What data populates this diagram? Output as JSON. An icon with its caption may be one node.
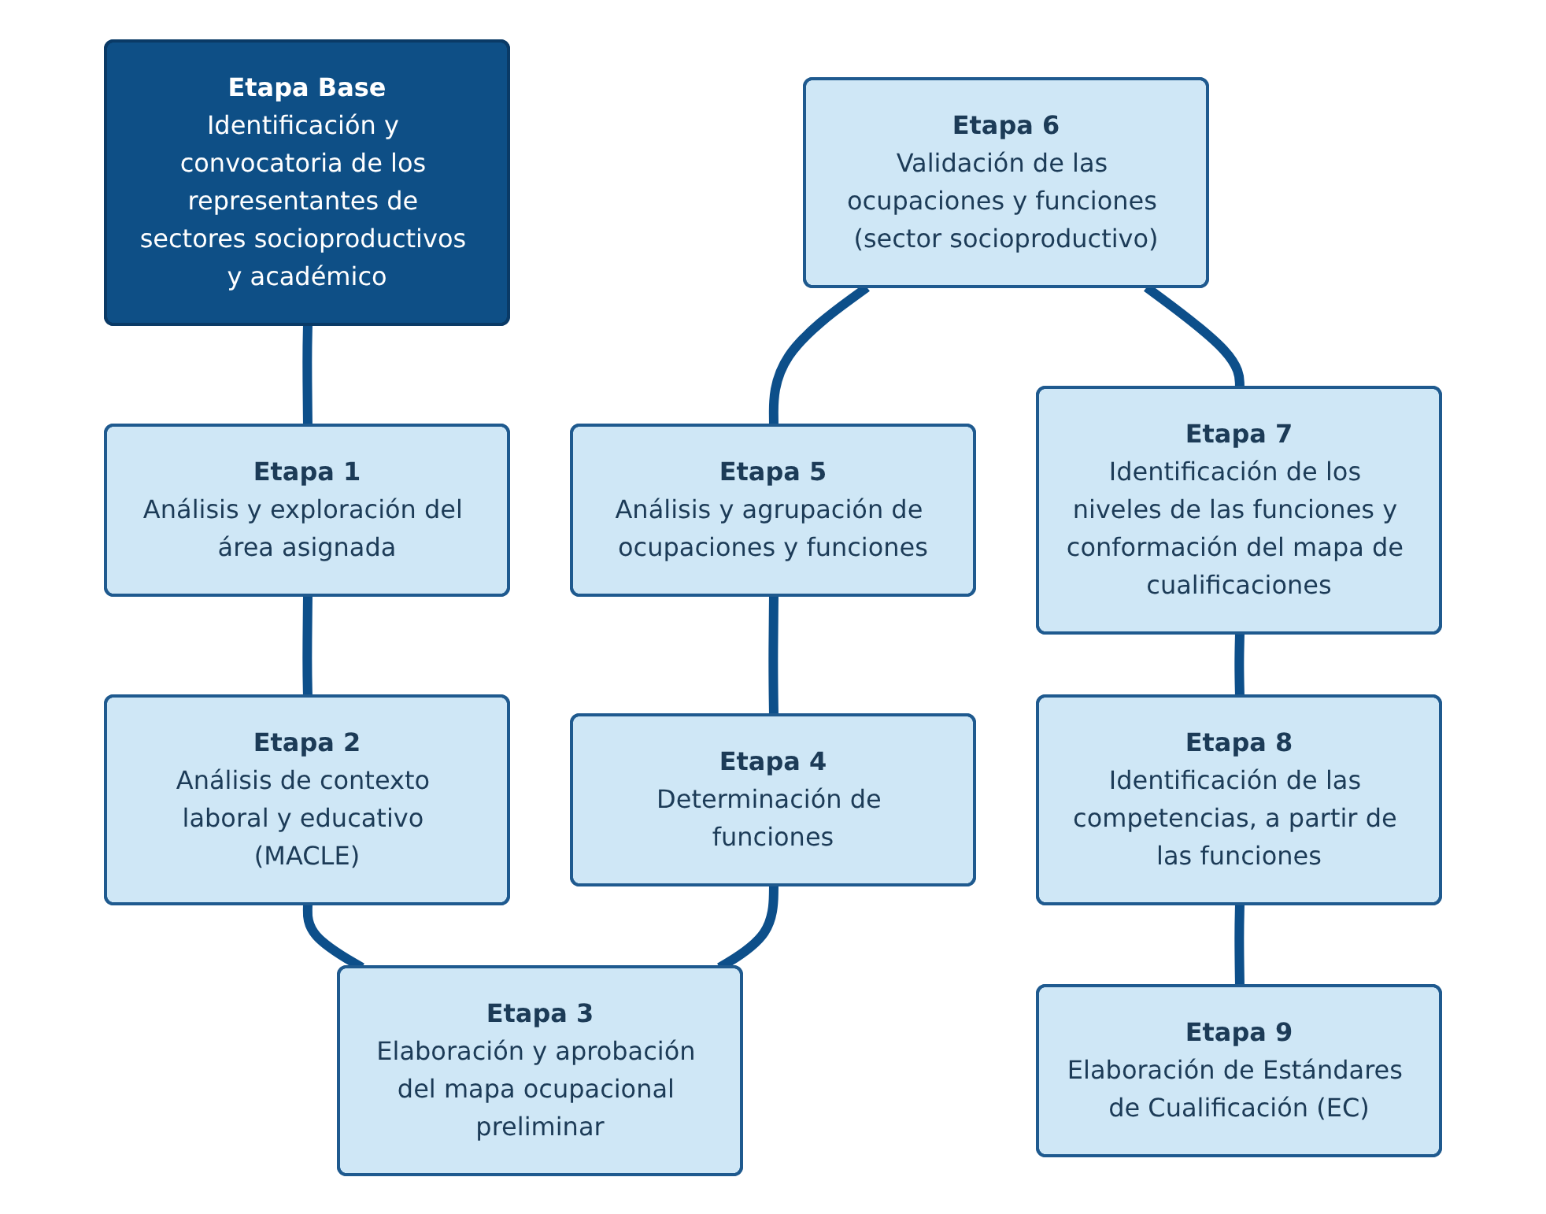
{
  "diagram": {
    "nodes": [
      {
        "text": [
          "Etapa Base",
          "Identificación y convocatoria de los representantes de sectores socioproductivos y académico"
        ]
      },
      {
        "text": [
          "Etapa 1",
          "Análisis y exploración del área asignada"
        ]
      },
      {
        "text": [
          "Etapa 6",
          "Validación de las ocupaciones y funciones (sector socioproductivo)"
        ]
      },
      {
        "text": [
          "Etapa 7",
          "Identificación de los niveles de las funciones y conformación del mapa de cualificaciones"
        ]
      },
      {
        "text": [
          "Etapa 2",
          "Análisis de contexto laboral y educativo (MACLE)"
        ]
      },
      {
        "text": [
          "Etapa 5",
          "Análisis y agrupación de ocupaciones y funciones"
        ]
      },
      {
        "text": [
          "Etapa 8",
          "Identificación de las competencias, a partir de las funciones"
        ]
      },
      {
        "text": [
          "Etapa 3",
          "Elaboración y aprobación del mapa ocupacional preliminar"
        ]
      },
      {
        "text": [
          "Etapa 4",
          "Determinación de funciones"
        ]
      },
      {
        "text": [
          "Etapa 9",
          "Elaboración de Estándares de Cualificación (EC)"
        ]
      }
    ],
    "edges": [
      {
        "from": 0,
        "to": 1,
        "arrow": "none"
      },
      {
        "from": 1,
        "to": 4,
        "arrow": "none"
      },
      {
        "from": 4,
        "to": 7,
        "arrow": "none"
      },
      {
        "from": 8,
        "to": 7,
        "arrow": "none"
      },
      {
        "from": 5,
        "to": 8,
        "arrow": "none"
      },
      {
        "from": 2,
        "to": 5,
        "arrow": "none"
      },
      {
        "from": 2,
        "to": 3,
        "arrow": "none"
      },
      {
        "from": 3,
        "to": 6,
        "arrow": "none"
      },
      {
        "from": 6,
        "to": 9,
        "arrow": "none"
      }
    ]
  }
}
